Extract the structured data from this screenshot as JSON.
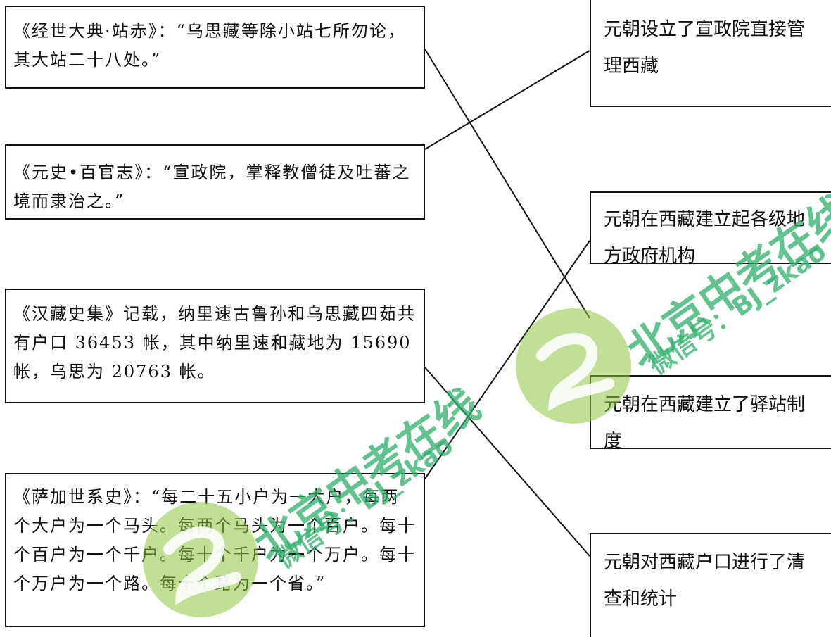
{
  "sources": [
    {
      "text": "《经世大典·站赤》：“乌思藏等除小站七所勿论，其大站二十八处。”"
    },
    {
      "text": "《元史•百官志》：“宣政院，掌释教僧徒及吐蕃之境而隶治之。”"
    },
    {
      "text": "《汉藏史集》记载，纳里速古鲁孙和乌思藏四茹共有户口 36453 帐，其中纳里速和藏地为 15690 帐，乌思为 20763 帐。"
    },
    {
      "text": "《萨加世系史》：“每二十五小户为一大户，每两个大户为一个马头。每两个马头为一个百户。每十个百户为一个千户。每十个千户为一个万户。每十个万户为一个路。每十个路为一个省。”"
    }
  ],
  "results": [
    {
      "text": "元朝设立了宣政院直接管理西藏"
    },
    {
      "text": "元朝在西藏建立起各级地方政府机构"
    },
    {
      "text": "元朝在西藏建立了驿站制度"
    },
    {
      "text": "元朝对西藏户口进行了清查和统计"
    }
  ],
  "watermark": {
    "title": "北京中考在线",
    "subtitle": "微信号：BJ_zkao",
    "color": "#2fb06a"
  }
}
